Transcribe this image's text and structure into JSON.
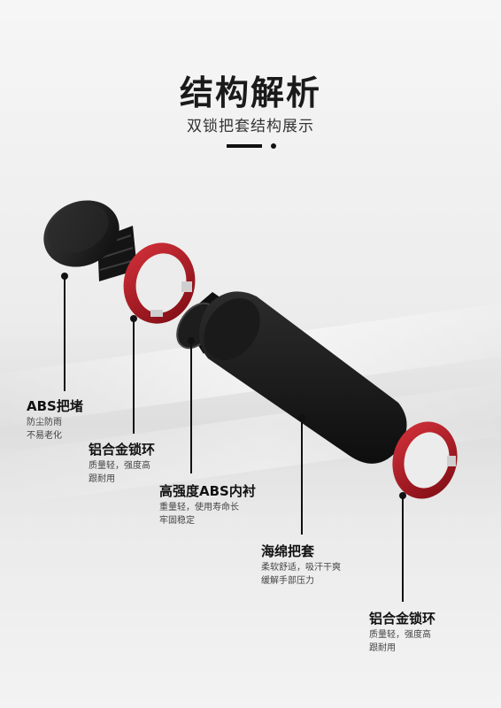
{
  "header": {
    "title": "结构解析",
    "subtitle": "双锁把套结构展示"
  },
  "callouts": [
    {
      "label": "ABS把堵",
      "desc": [
        "防尘防雨",
        "不易老化"
      ]
    },
    {
      "label": "铝合金锁环",
      "desc": [
        "质量轻，强度高",
        "跟耐用"
      ]
    },
    {
      "label": "高强度ABS内衬",
      "desc": [
        "重量轻，使用寿命长",
        "牢固稳定"
      ]
    },
    {
      "label": "海绵把套",
      "desc": [
        "柔软舒适，吸汗干爽",
        "缓解手部压力"
      ]
    },
    {
      "label": "铝合金锁环",
      "desc": [
        "质量轻，强度高",
        "跟耐用"
      ]
    }
  ],
  "colors": {
    "ring": "#b3121d",
    "foam": "#1b1b1b",
    "accent": "#111111"
  }
}
